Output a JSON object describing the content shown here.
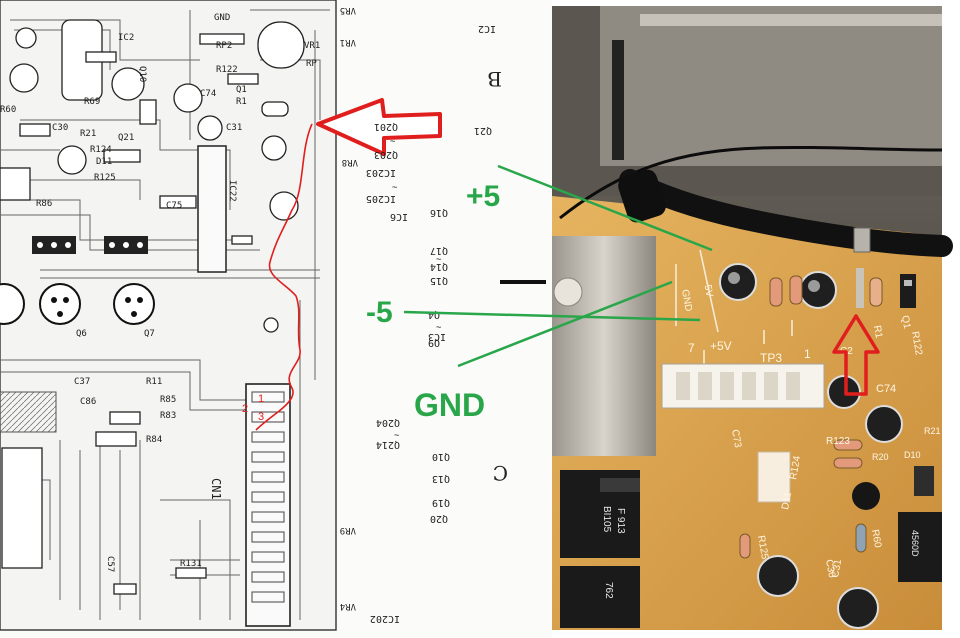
{
  "schematic": {
    "refs_ic": [
      "IC2",
      "IC3",
      "IC6",
      "IC202"
    ],
    "refs_vr": [
      "VR5",
      "VR1",
      "VR8",
      "VR9",
      "VR4"
    ],
    "refs_right_col": [
      "Q21",
      "Q16",
      "Q17",
      "Q14",
      "Q15",
      "Q10",
      "Q13",
      "Q19",
      "Q20"
    ],
    "refs_group": [
      "IC203",
      "IC205",
      "Q201",
      "Q203",
      "Q204",
      "Q214",
      "Q4",
      "Q9"
    ],
    "letters": [
      "B",
      "C"
    ],
    "board_labels": [
      "GND",
      "IC2",
      "RP2",
      "R122",
      "R1",
      "C74",
      "Q21",
      "D11",
      "R124",
      "R125",
      "R86",
      "R85",
      "R83",
      "R84",
      "C75",
      "C30",
      "C31",
      "Q6",
      "Q7",
      "R131",
      "CN1",
      "R11",
      "C37",
      "C86",
      "RP",
      "VR1",
      "IC22",
      "R60",
      "R69",
      "C57",
      "Q1",
      "Q10",
      "R21"
    ],
    "pin_numbers": [
      "1",
      "2",
      "3"
    ]
  },
  "annotations": {
    "plus5": "+5",
    "minus5": "-5",
    "gnd": "GND"
  },
  "photo": {
    "silk_labels": [
      "GND",
      "-5V",
      "+5V",
      "7",
      "1",
      "TP3",
      "R1",
      "Q1",
      "C2",
      "C74",
      "R122",
      "R123",
      "R124",
      "R125",
      "D11",
      "C73",
      "R60",
      "C30",
      "C31",
      "R21",
      "R20",
      "D10"
    ],
    "component_markings": [
      "BI105",
      "F 913",
      "4560D",
      "762"
    ]
  },
  "colors": {
    "annotation_green": "#2aa64a",
    "arrow_red": "#e01e1e",
    "board_fr4": "#d9a34e",
    "trace_line": "#555555"
  }
}
